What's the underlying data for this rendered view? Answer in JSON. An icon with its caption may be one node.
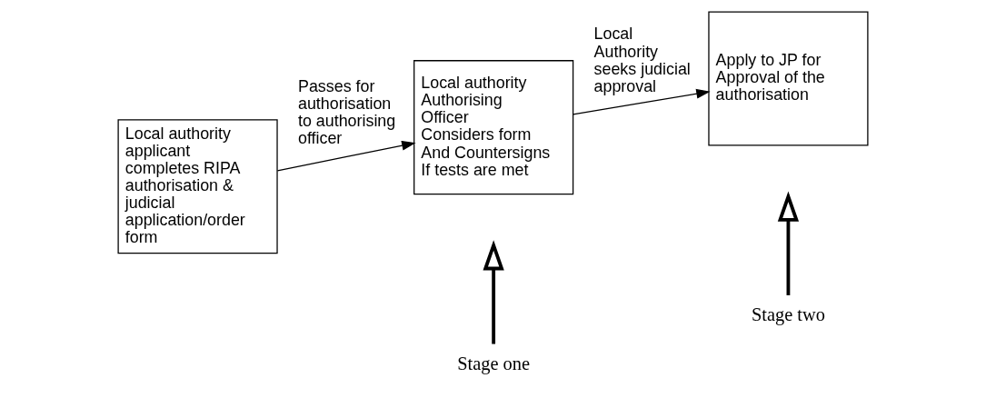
{
  "diagram": {
    "nodes": [
      {
        "text": [
          "Local authority applicant completes RIPA authorisation & judicial application/order form"
        ]
      },
      {
        "text": [
          "Local authority Authorising Officer Considers form And Countersigns If tests are met"
        ]
      },
      {
        "text": [
          "Apply to JP for Approval of the authorisation"
        ]
      },
      {
        "text": [
          "Stage one"
        ]
      },
      {
        "text": [
          "Stage two"
        ]
      }
    ],
    "edges": [
      {
        "from": 0,
        "to": 1,
        "arrow": "to",
        "label": "Passes for authorisation to authorising officer"
      },
      {
        "from": 1,
        "to": 2,
        "arrow": "to",
        "label": "Local Authority seeks judicial approval"
      },
      {
        "from": 3,
        "to": null,
        "arrow": "to",
        "style": "thick"
      },
      {
        "from": 4,
        "to": null,
        "arrow": "to",
        "style": "thick"
      }
    ]
  }
}
